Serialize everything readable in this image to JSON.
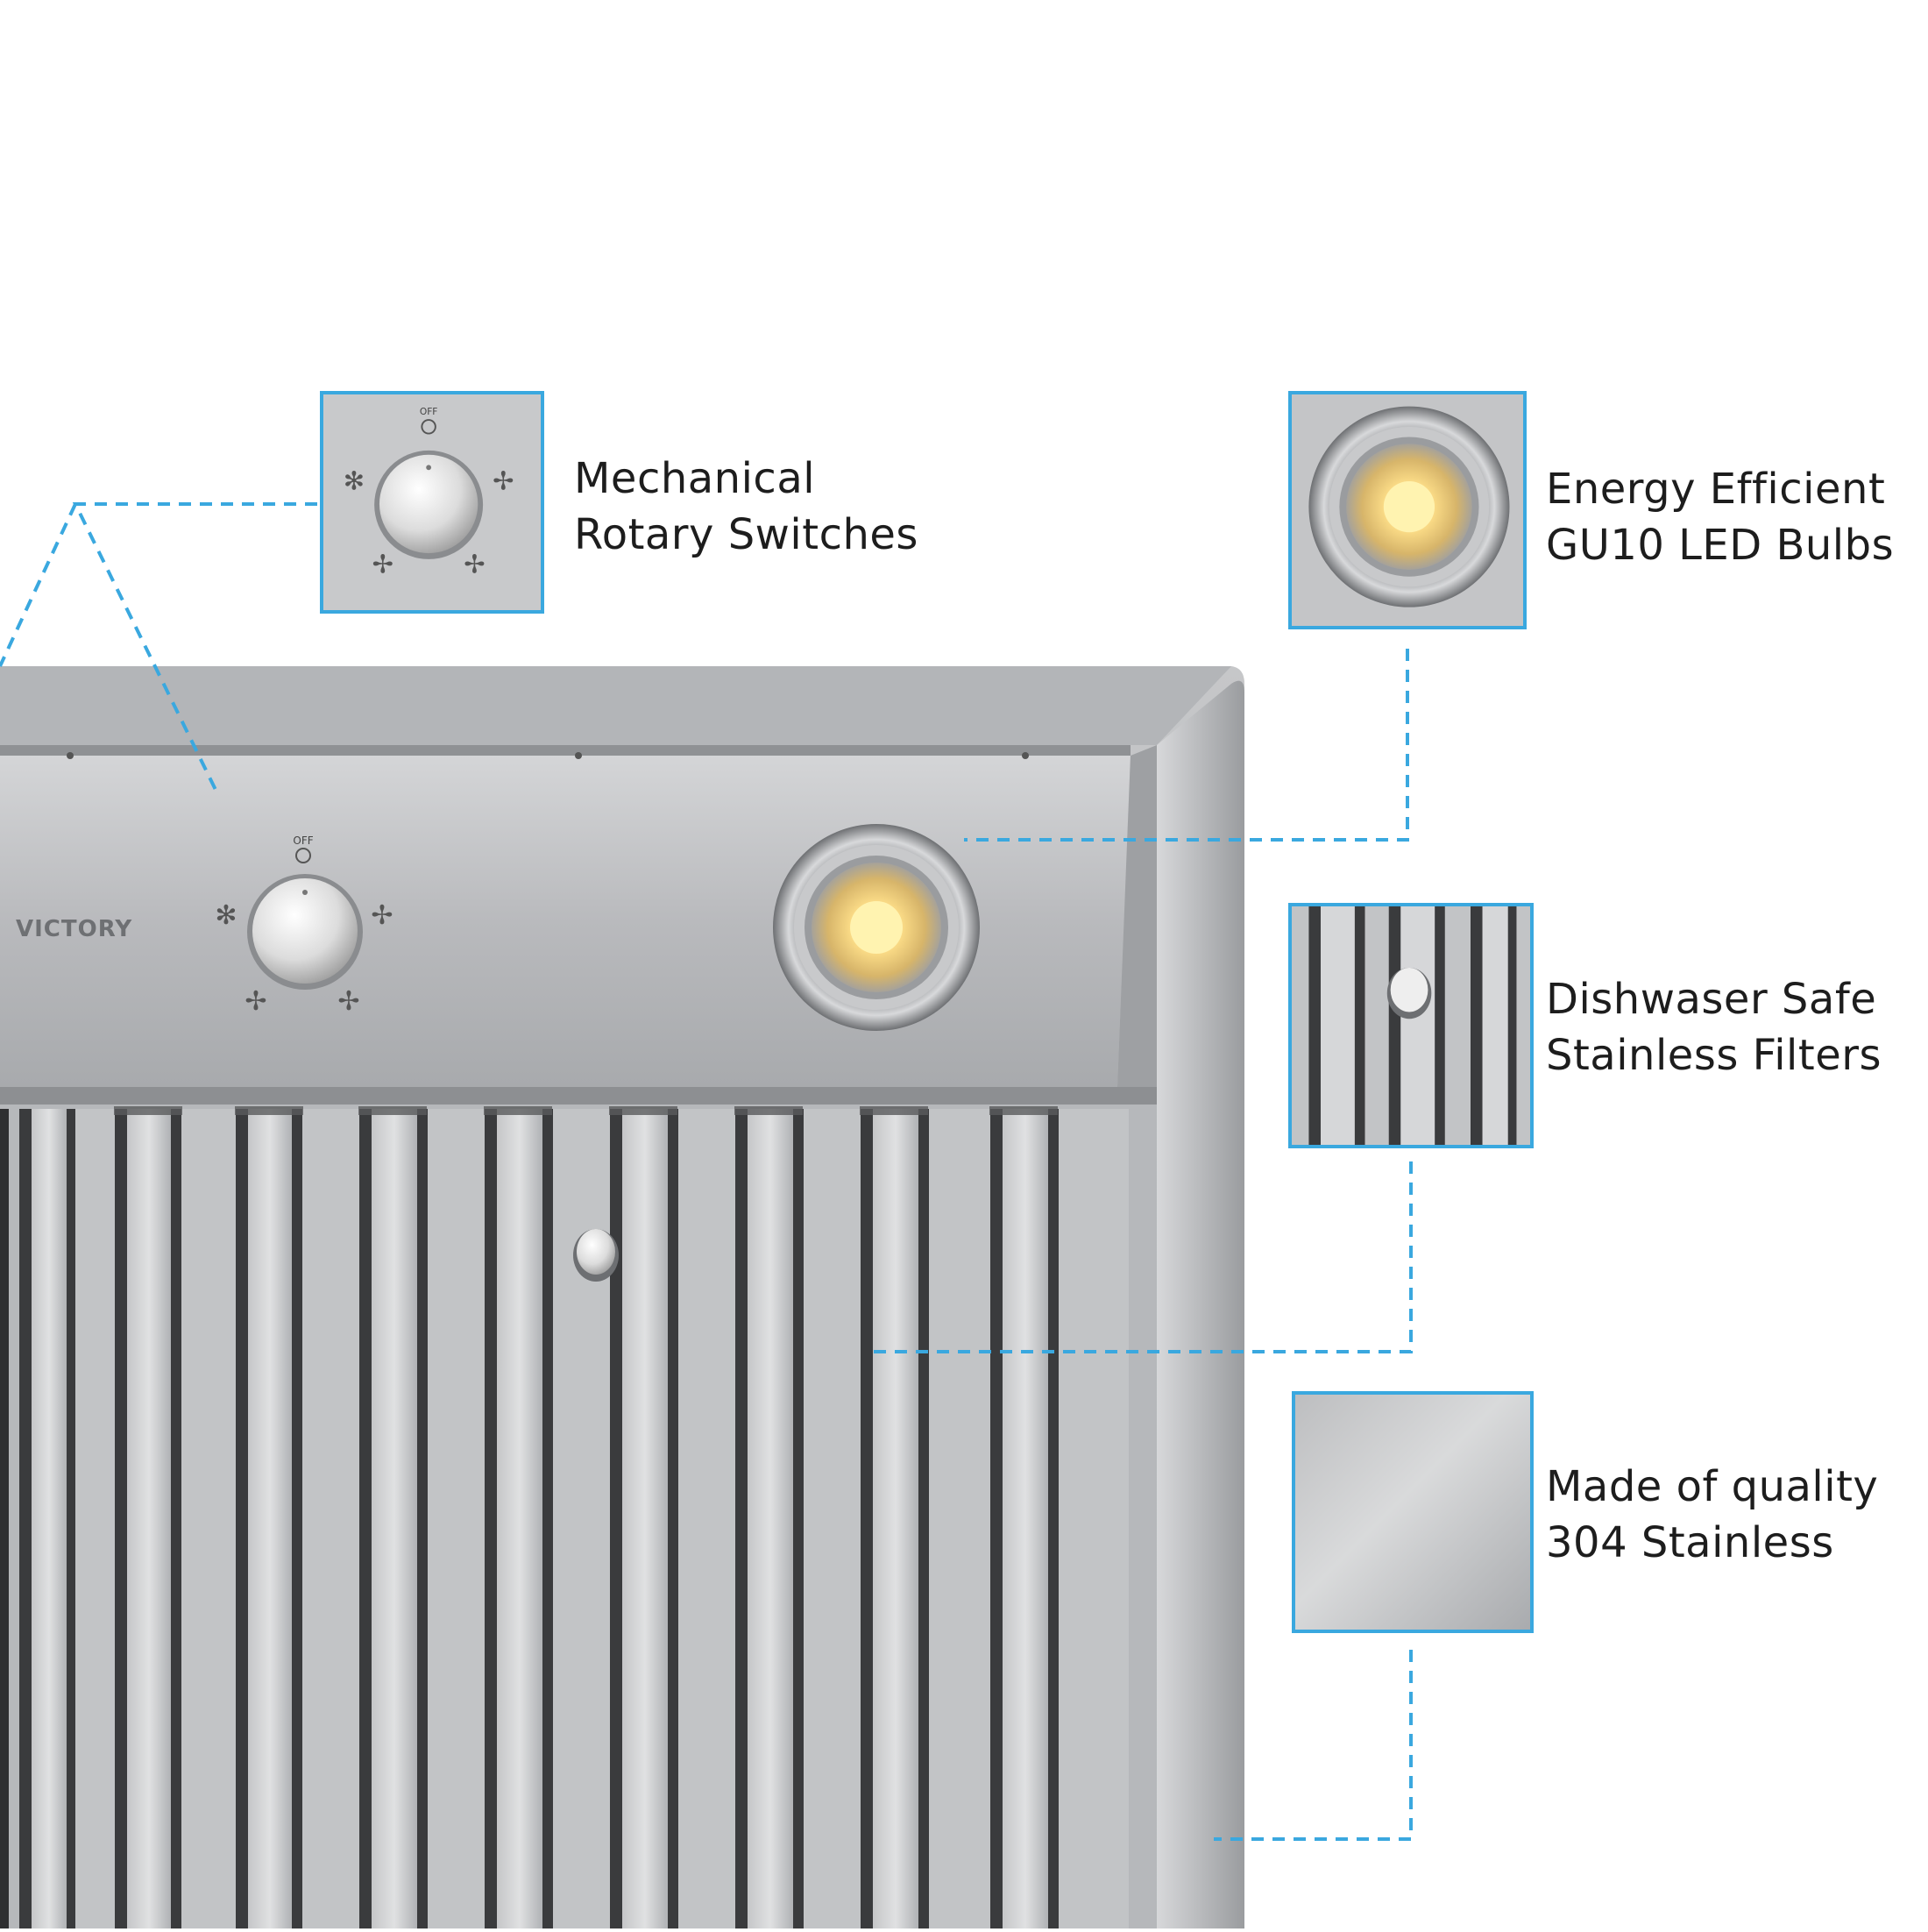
{
  "product": {
    "brand_label": "VICTORY",
    "knob_off_label": "OFF"
  },
  "callouts": [
    {
      "id": "switches",
      "line1": "Mechanical",
      "line2": "Rotary Switches"
    },
    {
      "id": "bulbs",
      "line1": "Energy Efficient",
      "line2": "GU10 LED Bulbs"
    },
    {
      "id": "filters",
      "line1": "Dishwaser Safe",
      "line2": "Stainless Filters"
    },
    {
      "id": "material",
      "line1": "Made of quality",
      "line2": "304 Stainless"
    }
  ],
  "colors": {
    "callout_blue": "#3aa8df",
    "steel_light": "#c9cacc",
    "steel_mid": "#a9abae",
    "steel_dark": "#6e7073",
    "led_warm": "#ffe08a"
  },
  "icons": [
    "knob-icon",
    "led-bulb-icon",
    "fan-speed-icon",
    "filter-knob-icon"
  ]
}
